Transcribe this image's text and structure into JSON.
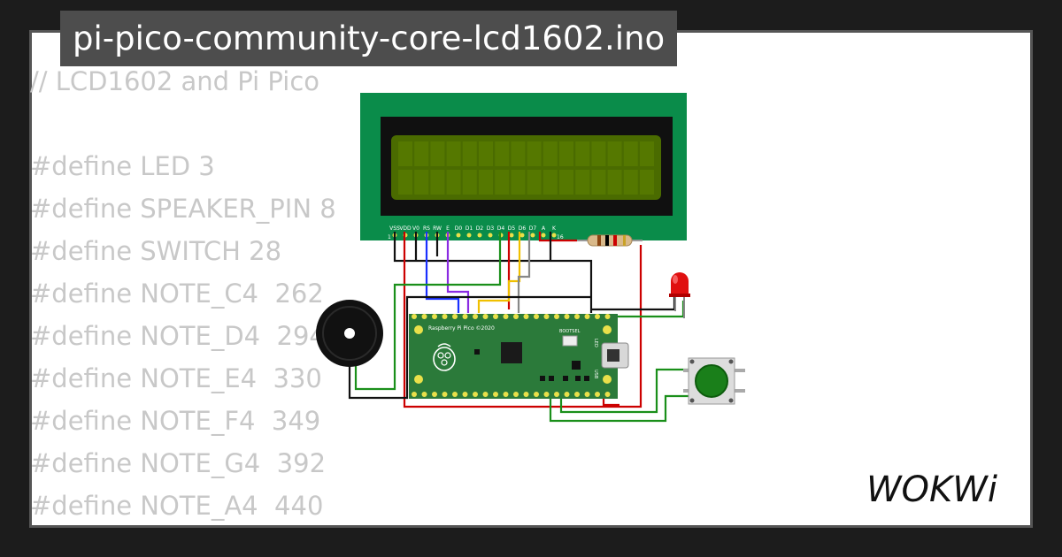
{
  "project_title": "pi-pico-community-core-lcd1602.ino",
  "code_lines": [
    "// LCD1602 and Pi Pico",
    "",
    "#define LED 3",
    "#define SPEAKER_PIN 8",
    "#define SWITCH 28",
    "#define NOTE_C4  262",
    "#define NOTE_D4  294",
    "#define NOTE_E4  330",
    "#define NOTE_F4  349",
    "#define NOTE_G4  392",
    "#define NOTE_A4  440"
  ],
  "lcd": {
    "pin_labels": [
      "VSS",
      "VDD",
      "V0",
      "RS",
      "RW",
      "E",
      "D0",
      "D1",
      "D2",
      "D3",
      "D4",
      "D5",
      "D6",
      "D7",
      "A",
      "K"
    ],
    "pin_first": "1",
    "pin_last": "16"
  },
  "pico": {
    "board_label": "Raspberry Pi Pico ©2020",
    "bootsel_label": "BOOTSEL",
    "led_label": "LED",
    "usb_label": "USB"
  },
  "logo": "WOKWi",
  "colors": {
    "lcd_board": "#0a8c4a",
    "lcd_screen": "#4a6b00",
    "pico_board": "#2b7a3a",
    "button": "#1a7f1a",
    "led": "#e01010",
    "wire_red": "#cc0000",
    "wire_green": "#1a8f1a",
    "wire_blue": "#1a30ff",
    "wire_purple": "#8a2be2",
    "wire_yellow": "#f0c000",
    "wire_gray": "#888888",
    "wire_black": "#111111"
  }
}
